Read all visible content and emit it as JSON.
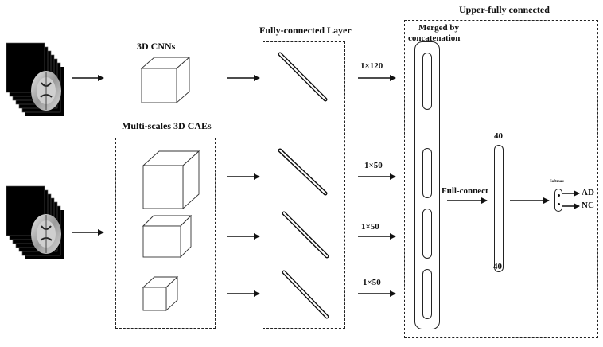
{
  "labels": {
    "cnn": "3D CNNs",
    "cae": "Multi-scales 3D CAEs",
    "fc_layer": "Fully-connected Layer",
    "upper": "Upper-fully connected",
    "merged_line1": "Merged by",
    "merged_line2": "concatenation",
    "dim_1x120": "1×120",
    "dim_1x50_a": "1×50",
    "dim_1x50_b": "1×50",
    "dim_1x50_c": "1×50",
    "full_connect": "Full-connect",
    "forty": "40",
    "softmax": "Softmax",
    "ad": "AD",
    "nc": "NC"
  }
}
